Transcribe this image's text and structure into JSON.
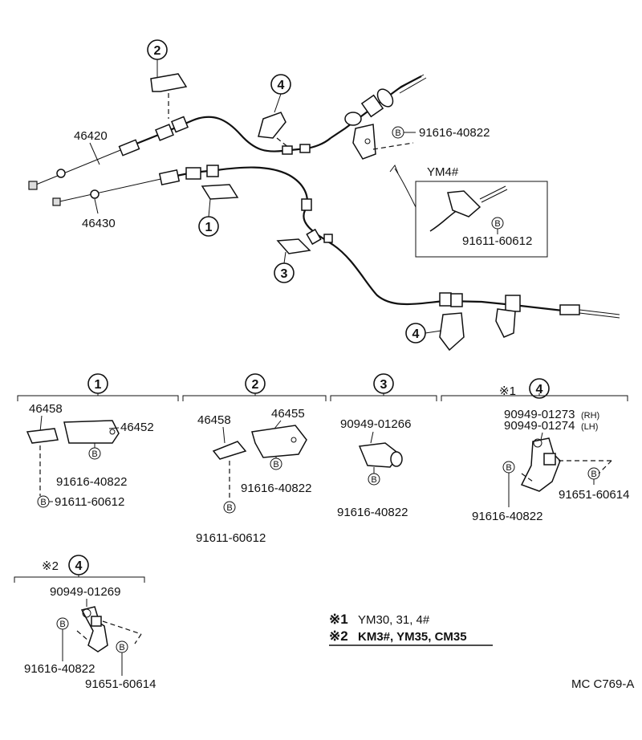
{
  "callouts": {
    "c2_top": "2",
    "c4_top": "4",
    "c1_mid": "1",
    "c3_mid": "3",
    "c4_low": "4"
  },
  "parts": {
    "cable_46420": "46420",
    "cable_46430": "46430",
    "bolt_top_right": "91616-40822",
    "bolt_ym4": "91611-60612"
  },
  "inset": {
    "title": "YM4#"
  },
  "groups": {
    "g1": {
      "num": "1",
      "p_a": "46458",
      "p_b": "46452",
      "bolt_a": "91616-40822",
      "bolt_b": "91611-60612"
    },
    "g2": {
      "num": "2",
      "p_a": "46458",
      "p_b": "46455",
      "bolt_a": "91616-40822",
      "bolt_b": "91611-60612"
    },
    "g3": {
      "num": "3",
      "p_a": "90949-01266",
      "bolt_a": "91616-40822"
    },
    "g4": {
      "prefix": "※1",
      "num": "4",
      "p_rh": "90949-01273",
      "rh": "(RH)",
      "p_lh": "90949-01274",
      "lh": "(LH)",
      "bolt_a": "91616-40822",
      "bolt_b": "91651-60614"
    },
    "g5": {
      "prefix": "※2",
      "num": "4",
      "p_a": "90949-01269",
      "bolt_a": "91616-40822",
      "bolt_b": "91651-60614"
    }
  },
  "bolt_symbol": "B",
  "notes": {
    "n1_mark": "※1",
    "n1_text": "YM30, 31, 4#",
    "n2_mark": "※2",
    "n2_text": "KM3#, YM35, CM35"
  },
  "footer": {
    "code": "MC  C769-A"
  }
}
